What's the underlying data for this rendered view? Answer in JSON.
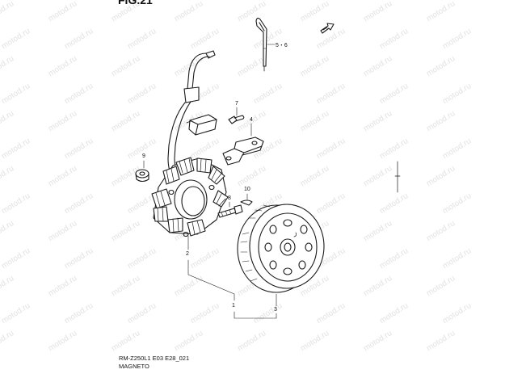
{
  "figure": {
    "figure_label": "FIG.21",
    "watermark_text": "motod.ru",
    "callouts": {
      "assembly": "1",
      "stator": "2",
      "rotor": "3",
      "bracket": "4",
      "clamp": "5・6",
      "bolt_upper": "7",
      "bolt_rotor": "8",
      "grommet": "9",
      "key": "10"
    },
    "model_code": "RM-Z250L1 E03 E28_021",
    "caption": "MAGNETO",
    "line_color": "#1a1a1a",
    "watermark_color": "#e2e2e2"
  }
}
